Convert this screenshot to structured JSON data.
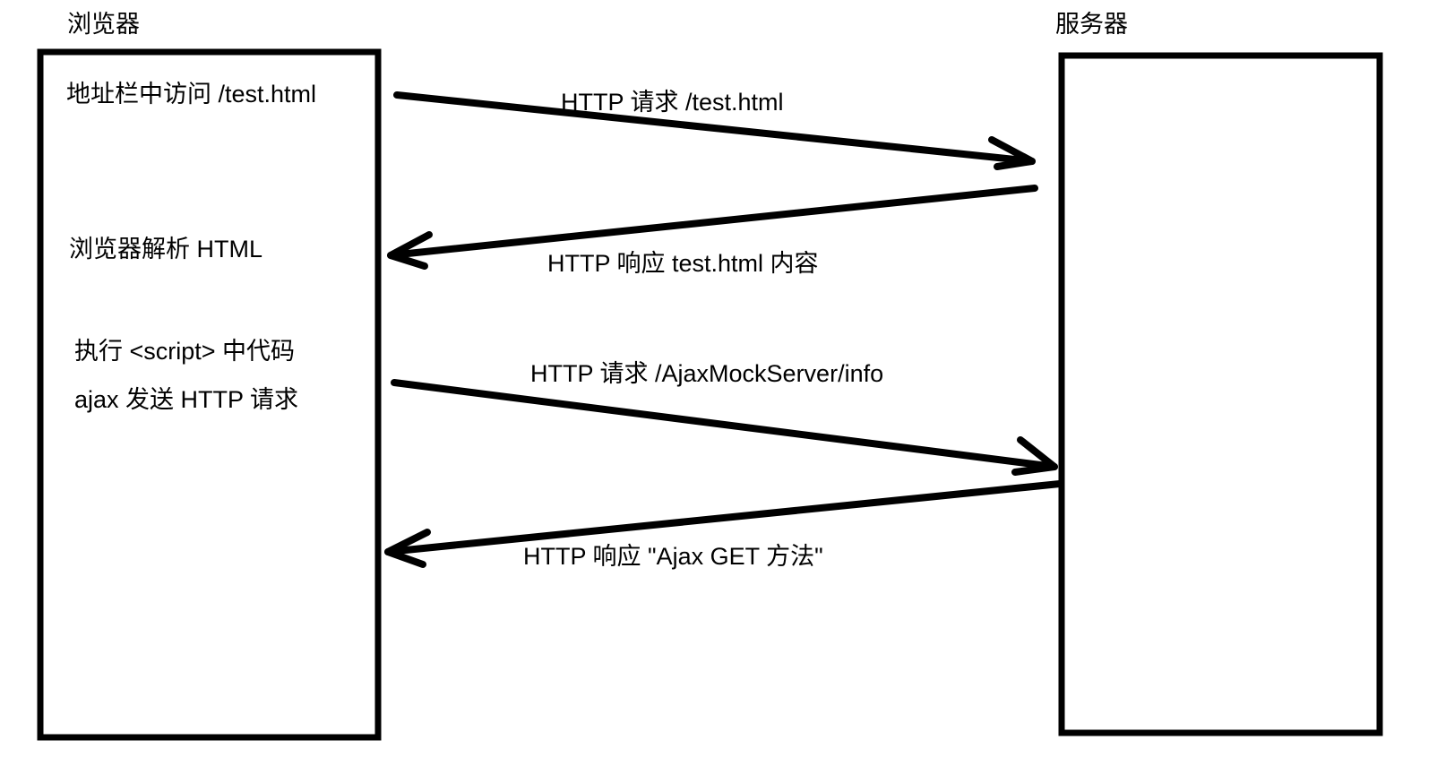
{
  "diagram": {
    "title_browser": "浏览器",
    "title_server": "服务器",
    "stroke_color": "#000000",
    "background_color": "#ffffff",
    "browser_lane": {
      "label": "浏览器",
      "steps": [
        "地址栏中访问 /test.html",
        "浏览器解析 HTML",
        "执行 <script> 中代码",
        "ajax 发送 HTTP 请求"
      ]
    },
    "server_lane": {
      "label": "服务器",
      "steps": []
    },
    "messages": [
      {
        "label": "HTTP 请求    /test.html",
        "direction": "browser-to-server",
        "order": 1
      },
      {
        "label": "HTTP 响应    test.html 内容",
        "direction": "server-to-browser",
        "order": 2
      },
      {
        "label": "HTTP 请求  /AjaxMockServer/info",
        "direction": "browser-to-server",
        "order": 3
      },
      {
        "label": "HTTP 响应  \"Ajax GET 方法\"",
        "direction": "server-to-browser",
        "order": 4
      }
    ]
  }
}
